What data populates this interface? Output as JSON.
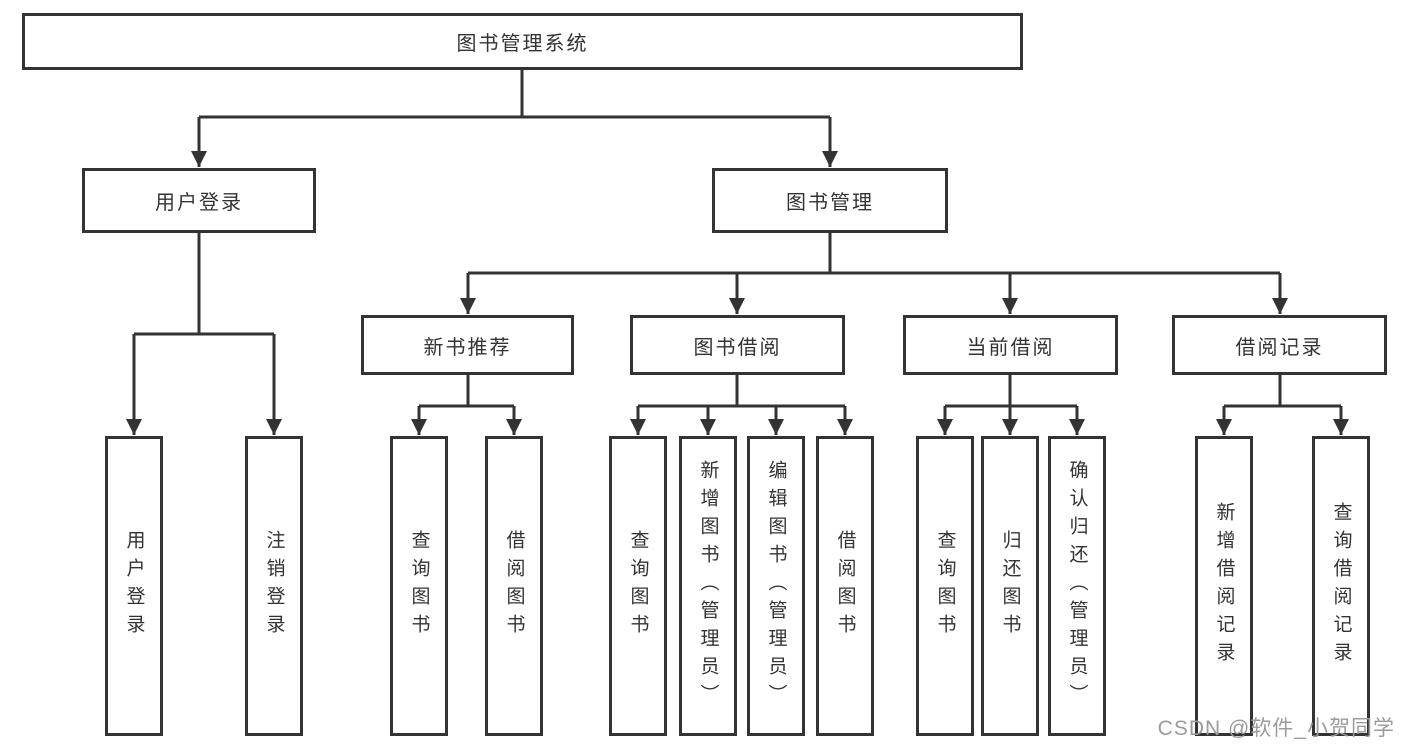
{
  "root": {
    "label": "图书管理系统"
  },
  "level2": {
    "user_login": {
      "label": "用户登录"
    },
    "book_mgmt": {
      "label": "图书管理"
    }
  },
  "level3": {
    "new_book": {
      "label": "新书推荐"
    },
    "book_borrow": {
      "label": "图书借阅"
    },
    "current_borrow": {
      "label": "当前借阅"
    },
    "borrow_records": {
      "label": "借阅记录"
    }
  },
  "leaves": {
    "user_login": "用户登录",
    "logout": "注销登录",
    "nb_query_book": "查询图书",
    "nb_borrow_book": "借阅图书",
    "bb_query_book": "查询图书",
    "bb_add_book": "新增图书（管理员）",
    "bb_edit_book": "编辑图书（管理员）",
    "bb_borrow_book": "借阅图书",
    "cb_query_book": "查询图书",
    "cb_return_book": "归还图书",
    "cb_confirm_return": "确认归还（管理员）",
    "br_add_record": "新增借阅记录",
    "br_query_record": "查询借阅记录"
  },
  "watermark": "CSDN @软件_小贺同学",
  "colors": {
    "line": "#333333",
    "text": "#333333",
    "watermark": "#9b9b9b",
    "background": "#ffffff"
  }
}
